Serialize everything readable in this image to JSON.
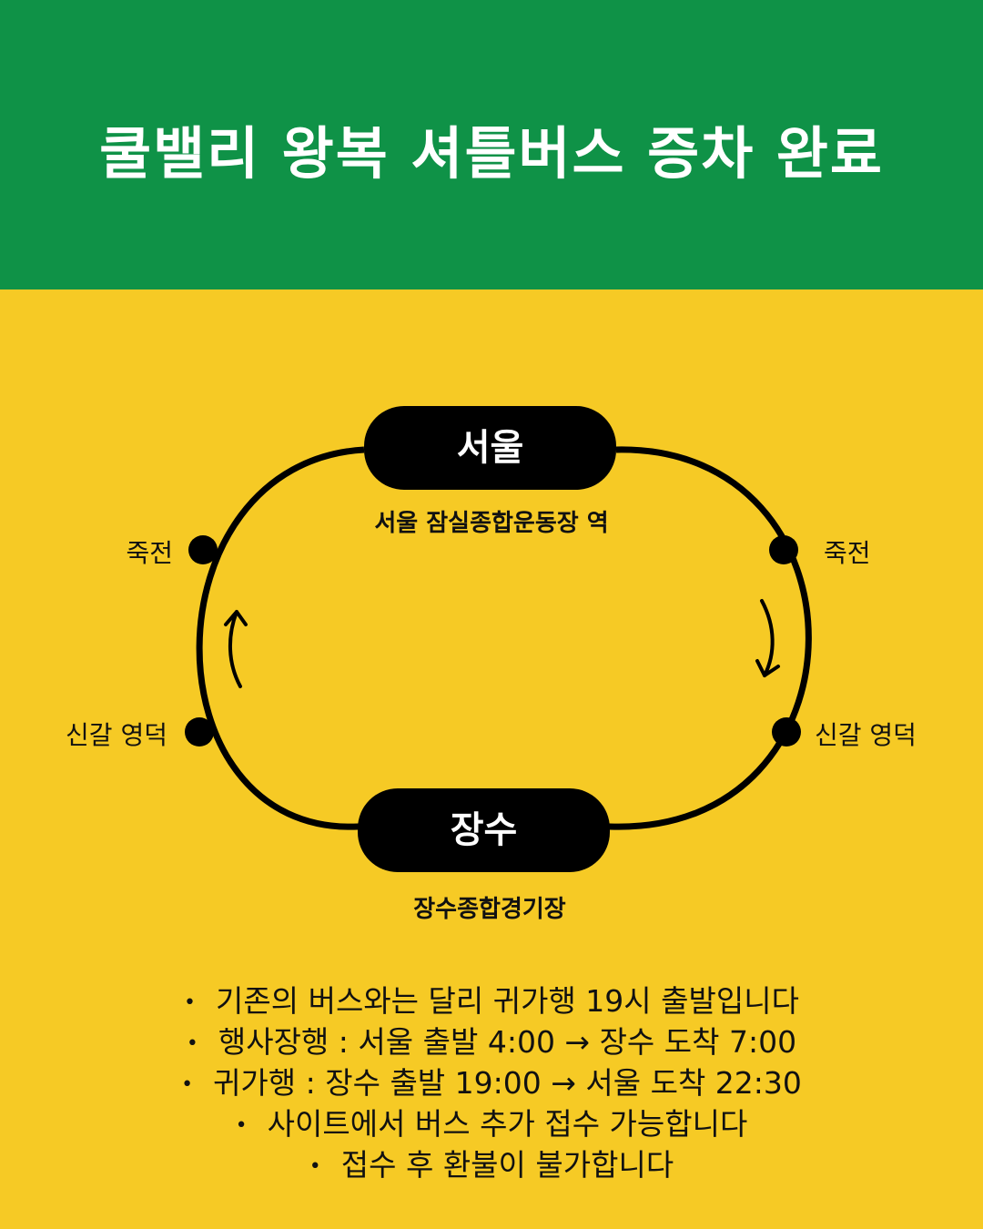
{
  "header": {
    "title": "쿨밸리 왕복 셔틀버스 증차 완료"
  },
  "colors": {
    "header_bg": "#0f9247",
    "page_bg": "#f6ca25",
    "ink": "#000000",
    "pill_text": "#ffffff"
  },
  "diagram": {
    "top_station": {
      "name": "서울",
      "caption": "서울 잠실종합운동장 역"
    },
    "bottom_station": {
      "name": "장수",
      "caption": "장수종합경기장"
    },
    "left_stops": {
      "upper": "죽전",
      "lower": "신갈 영덕"
    },
    "right_stops": {
      "upper": "죽전",
      "lower": "신갈 영덕"
    },
    "left_arrow_icon": "curved-arrow-up-icon",
    "right_arrow_icon": "curved-arrow-down-icon"
  },
  "notes": [
    {
      "text": "기존의 버스와는 달리 귀가행 19시 출발입니다"
    },
    {
      "text": "행사장행 : 서울 출발  4:00 → 장수 도착 7:00"
    },
    {
      "text": "귀가행 : 장수 출발 19:00 → 서울 도착 22:30"
    },
    {
      "text": "사이트에서 버스 추가 접수 가능합니다"
    },
    {
      "text": "접수 후 환불이 불가합니다"
    }
  ],
  "bullet_symbol": "•"
}
